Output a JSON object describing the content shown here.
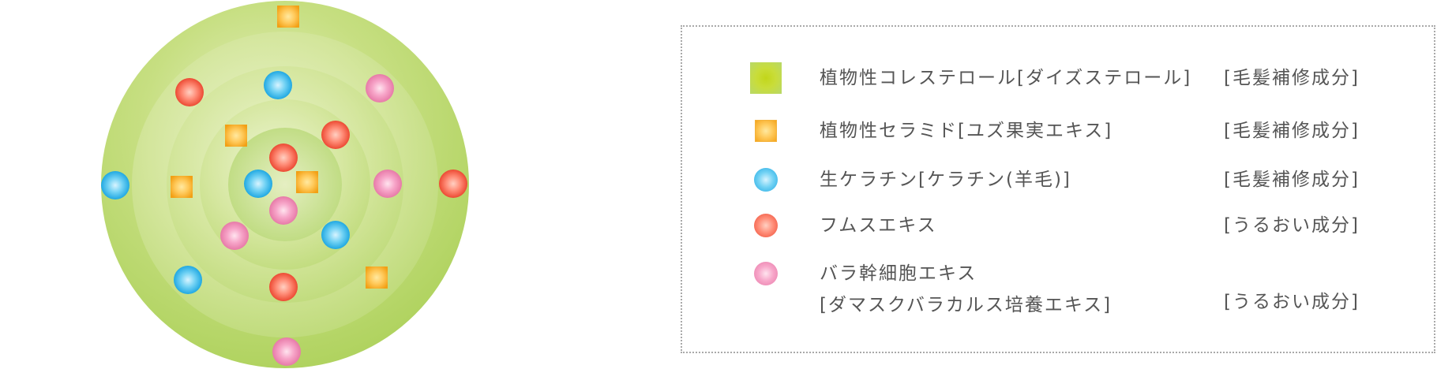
{
  "legend": {
    "items": [
      {
        "marker": "green-large-square",
        "name": "植物性コレステロール[ダイズステロール]",
        "category": "[毛髪補修成分]"
      },
      {
        "marker": "orange-square",
        "name": "植物性セラミド[ユズ果実エキス]",
        "category": "[毛髪補修成分]"
      },
      {
        "marker": "blue-circle",
        "name": "生ケラチン[ケラチン(羊毛)]",
        "category": "[毛髪補修成分]"
      },
      {
        "marker": "red-circle",
        "name": "フムスエキス",
        "category": "[うるおい成分]"
      },
      {
        "marker": "pink-circle",
        "name": "バラ幹細胞エキス",
        "name_line2": "[ダマスクバラカルス培養エキス]",
        "category": "[うるおい成分]"
      }
    ]
  },
  "colors": {
    "green_base": "#b8d86a",
    "green_light": "#e8f3c8",
    "orange": "#f6b233",
    "blue": "#43bfef",
    "red": "#f06d57",
    "pink": "#f29abe",
    "text": "#555555",
    "legend_border": "#a9a9a9"
  },
  "diagram": {
    "marker_types": [
      "orange-square",
      "blue-circle",
      "red-circle",
      "pink-circle"
    ]
  }
}
